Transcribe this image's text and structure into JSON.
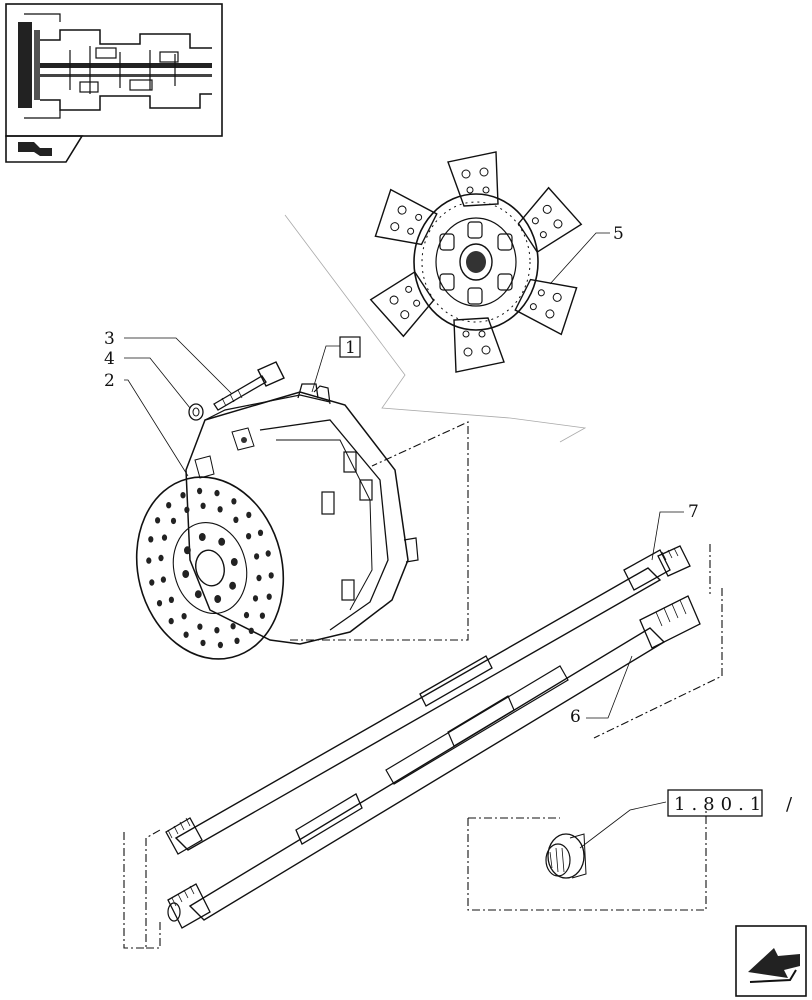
{
  "callouts": {
    "c1": "1",
    "c2": "2",
    "c3": "3",
    "c4": "4",
    "c5": "5",
    "c6": "6",
    "c7": "7"
  },
  "reference": {
    "code": "1.80.1",
    "suffix": "/"
  },
  "icons": {
    "thumbnail": "transmission-section-thumbnail",
    "thumb_arrow": "return-arrow-icon",
    "next_arrow": "next-page-arrow-icon"
  }
}
